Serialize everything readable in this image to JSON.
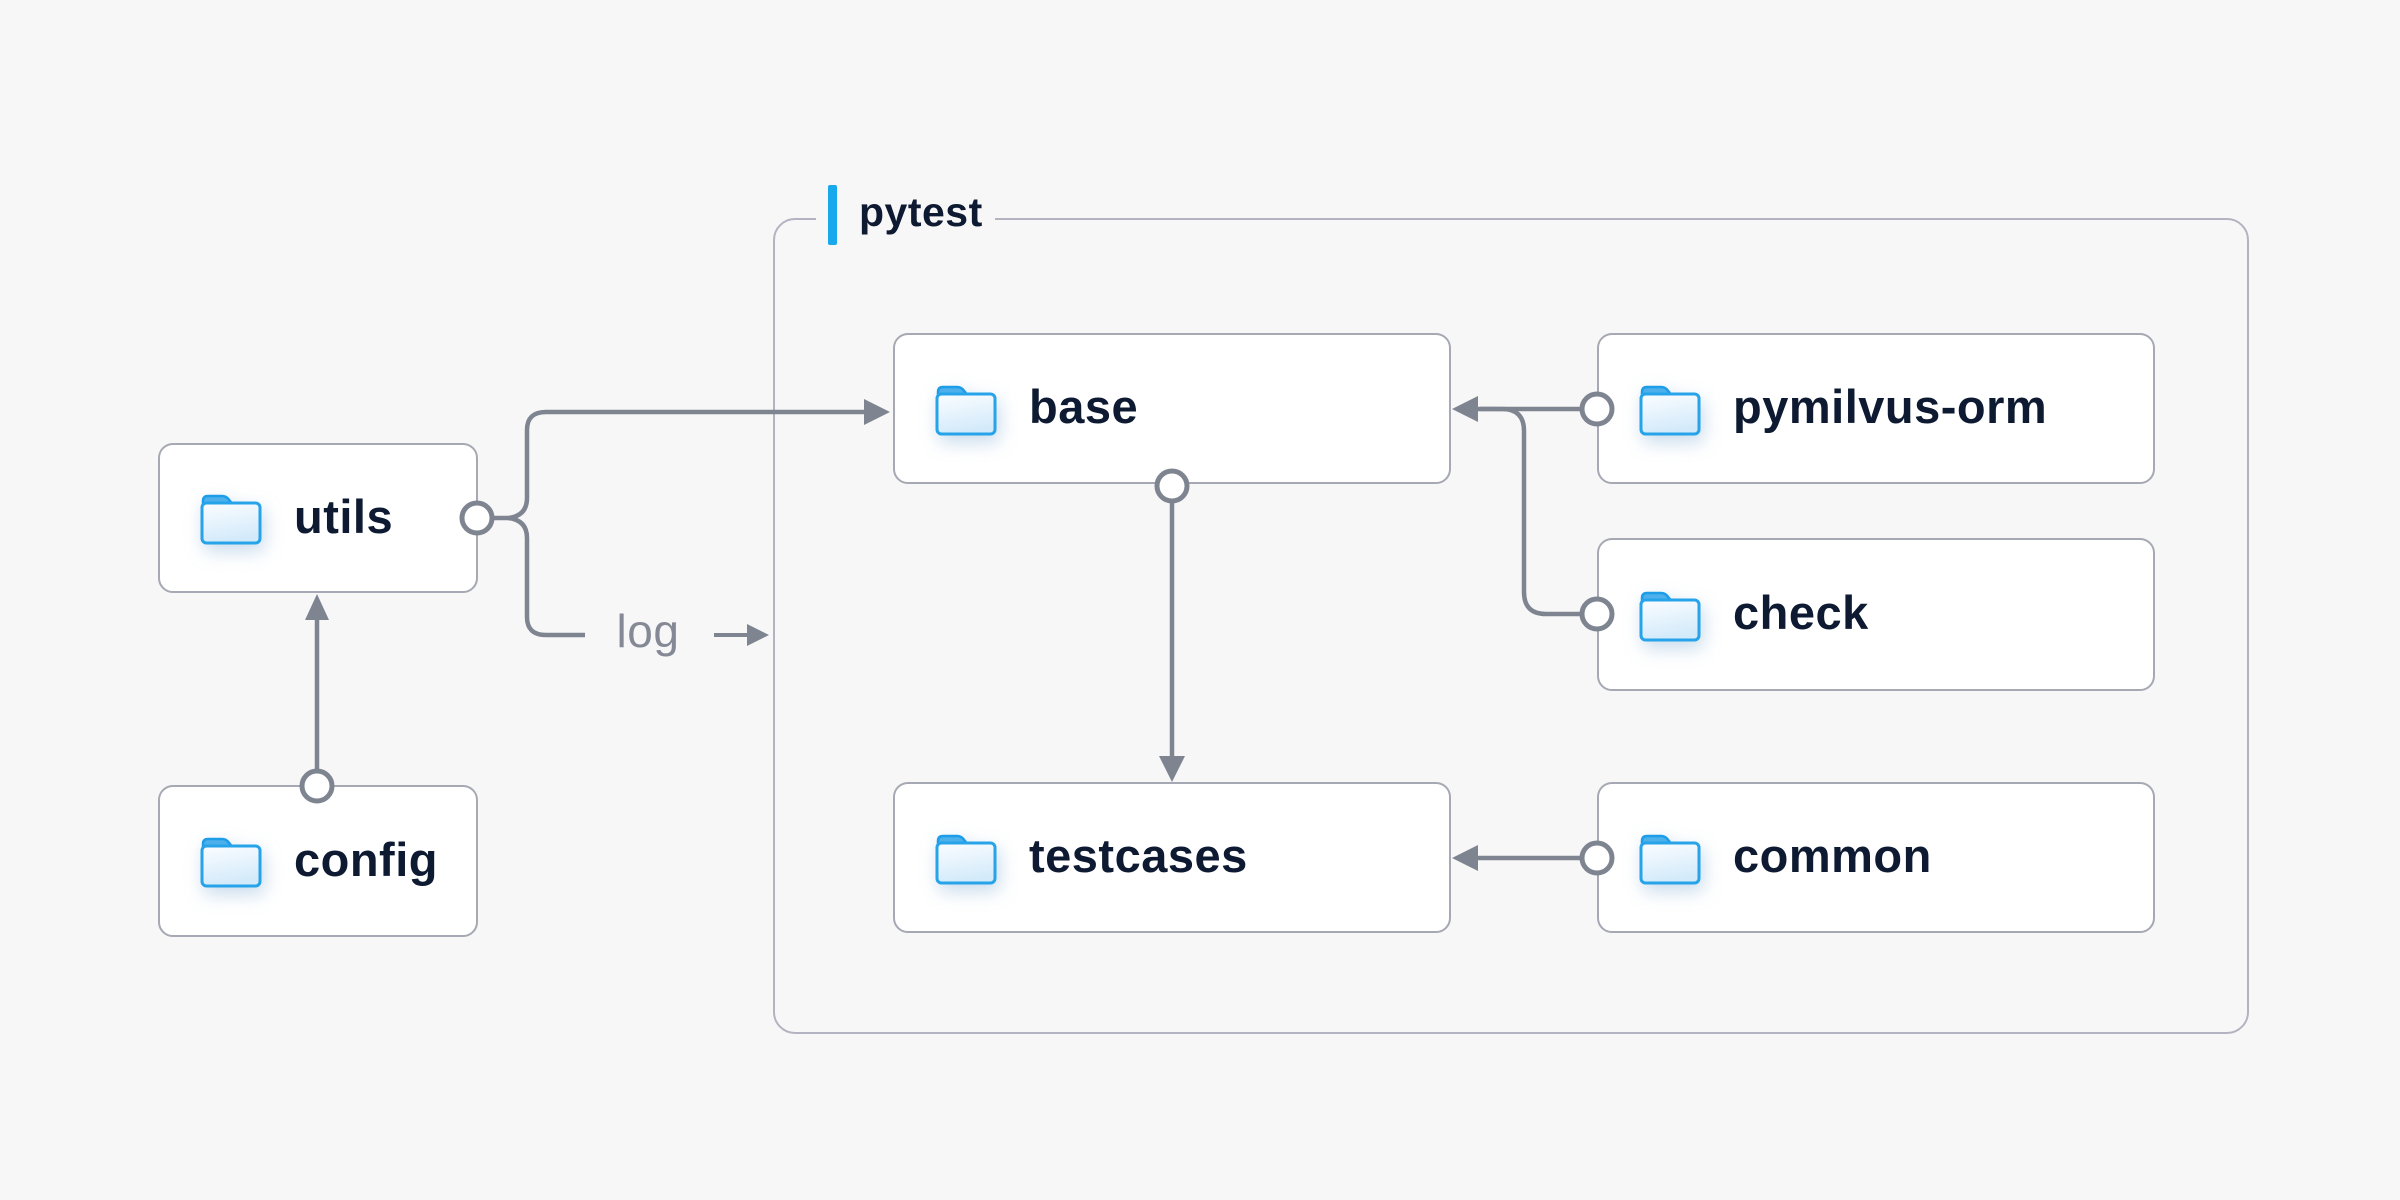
{
  "diagram": {
    "container_label": "pytest",
    "edge_label": "log",
    "nodes": {
      "utils": {
        "label": "utils",
        "icon": "folder-icon"
      },
      "config": {
        "label": "config",
        "icon": "folder-icon"
      },
      "base": {
        "label": "base",
        "icon": "folder-icon"
      },
      "pymilvus_orm": {
        "label": "pymilvus-orm",
        "icon": "folder-icon"
      },
      "check": {
        "label": "check",
        "icon": "folder-icon"
      },
      "testcases": {
        "label": "testcases",
        "icon": "folder-icon"
      },
      "common": {
        "label": "common",
        "icon": "folder-icon"
      }
    },
    "edges": [
      {
        "from": "config",
        "to": "utils",
        "style": "arrow"
      },
      {
        "from": "utils",
        "to": "base",
        "style": "arrow"
      },
      {
        "from": "utils",
        "to": "pytest-container",
        "style": "arrow",
        "label": "log"
      },
      {
        "from": "base",
        "to": "testcases",
        "style": "arrow"
      },
      {
        "from": "pymilvus-orm",
        "to": "base",
        "style": "arrow"
      },
      {
        "from": "check",
        "to": "base",
        "style": "arrow"
      },
      {
        "from": "common",
        "to": "testcases",
        "style": "arrow"
      }
    ],
    "colors": {
      "background": "#f7f7f8",
      "node_fill": "#ffffff",
      "node_border": "#a6a9b3",
      "container_border": "#b3b3c1",
      "connector": "#7f8590",
      "accent": "#18a8ec",
      "label_text": "#0d1a31",
      "edge_label_text": "#848995",
      "folder_blue": "#27a4e9"
    }
  }
}
